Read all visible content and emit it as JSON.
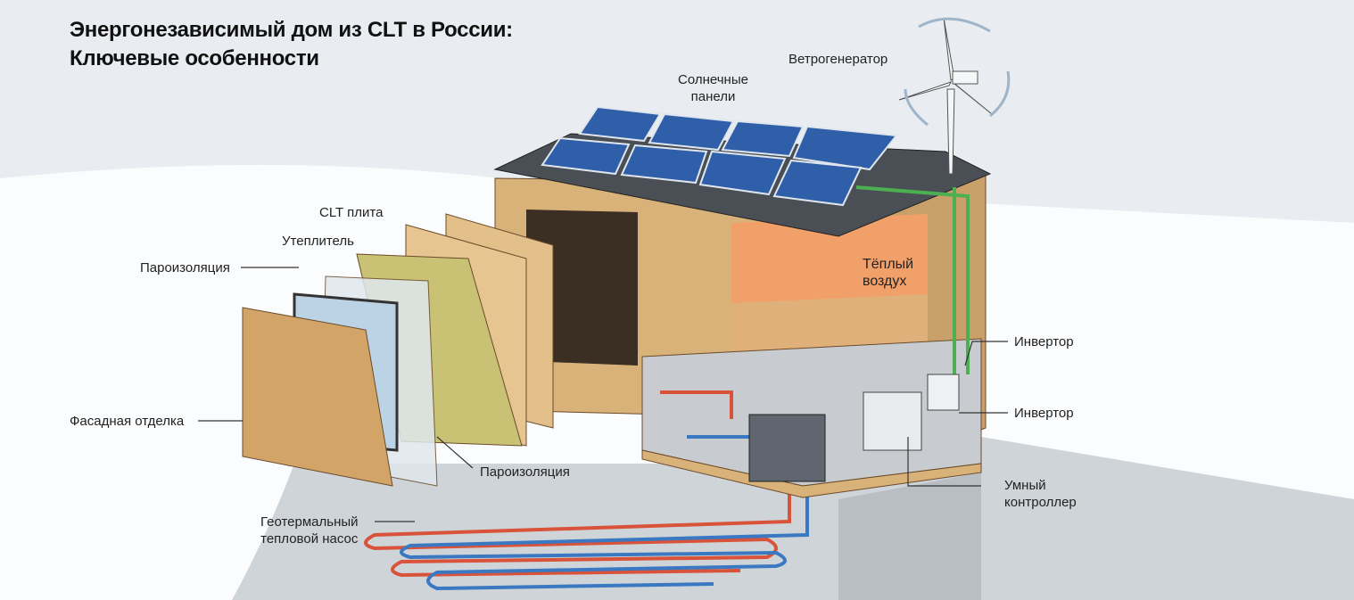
{
  "title": {
    "line1": "Энергонезависимый дом из CLT в России:",
    "line2": "Ключевые особенности"
  },
  "labels": {
    "solar_panels": {
      "line1": "Солнечные",
      "line2": "панели"
    },
    "wind_turbine": "Ветрогенератор",
    "clt_panel": "CLT плита",
    "insulation": "Утеплитель",
    "vapor_barrier_top": "Пароизоляция",
    "facade": "Фасадная отделка",
    "vapor_barrier_bottom": "Пароизоляция",
    "warm_air": {
      "line1": "Тёплый",
      "line2": "воздух"
    },
    "inverter_1": "Инвертор",
    "inverter_2": "Инвертор",
    "smart_controller": {
      "line1": "Умный",
      "line2": "контроллер"
    },
    "geothermal": {
      "line1": "Геотермальный",
      "line2": "тепловой насос"
    }
  },
  "colors": {
    "wood": "#d9b27a",
    "panel": "#2f5fa8",
    "heat": "#d9533a",
    "cold": "#3a78c2",
    "flow": "#4caf50"
  }
}
